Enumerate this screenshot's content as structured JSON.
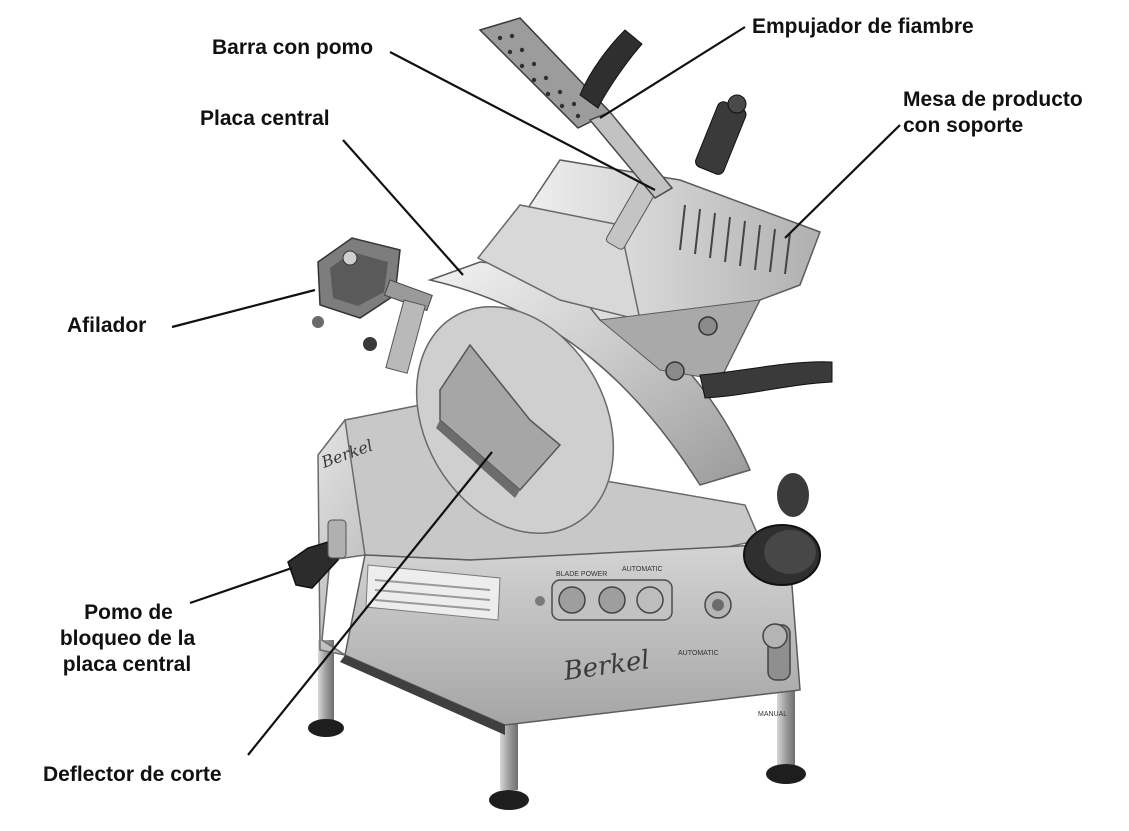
{
  "labels": {
    "empujador": "Empujador de fiambre",
    "barra": "Barra con pomo",
    "mesa_l1": "Mesa de producto",
    "mesa_l2": "con soporte",
    "placa": "Placa central",
    "afilador": "Afilador",
    "pomo_l1": "Pomo de",
    "pomo_l2": "bloqueo de la",
    "pomo_l3": "placa central",
    "deflector": "Deflector de corte"
  },
  "machine_text": {
    "logo_front": "Berkel",
    "logo_side": "Berkel",
    "panel_left": "BLADE POWER",
    "panel_right": "AUTOMATIC",
    "badge": "AUTOMATIC",
    "manual": "MANUAL"
  },
  "colors": {
    "ink": "#111111",
    "metal_light": "#d9d9d9",
    "metal_mid": "#a8a8a8",
    "metal_dark": "#5a5a5a",
    "handle": "#3a3a3a"
  }
}
